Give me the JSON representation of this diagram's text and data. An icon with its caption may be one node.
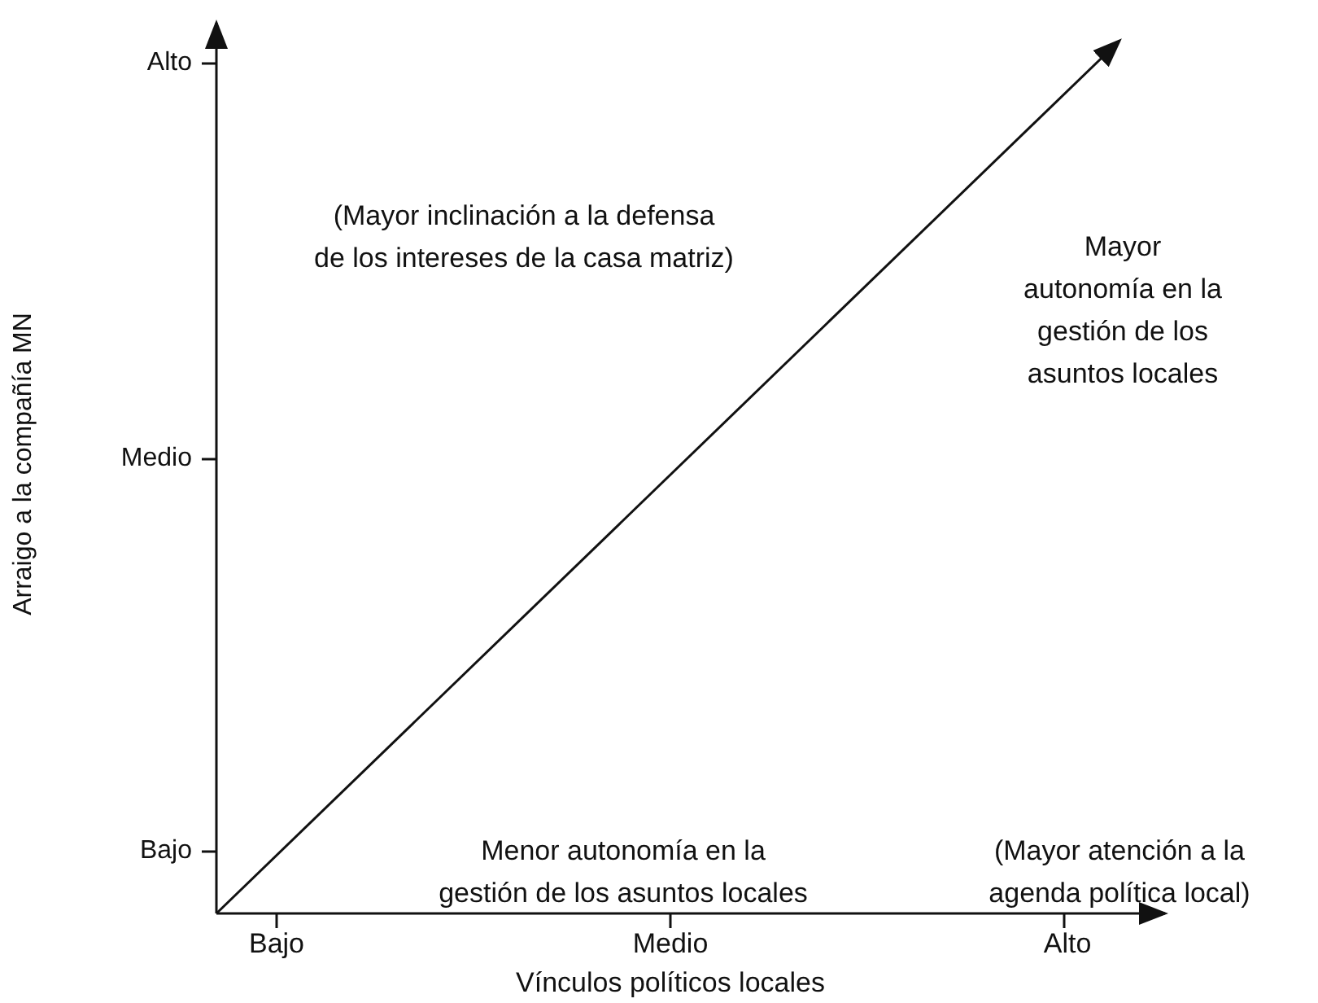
{
  "diagram": {
    "labels": [
      "Alto",
      "(Mayor inclinación a la defensa de los intereses de la casa matriz)",
      "Mayor autonomía en la gestión de los asuntos locales",
      "Medio",
      "Arraigo a la compañía MN",
      "Menor autonomía en la gestión de los asuntos locales",
      "(Mayor atención a la agenda política local)",
      "Bajo",
      "Bajo",
      "Medio",
      "Alto",
      "Vínculos políticos locales"
    ]
  }
}
